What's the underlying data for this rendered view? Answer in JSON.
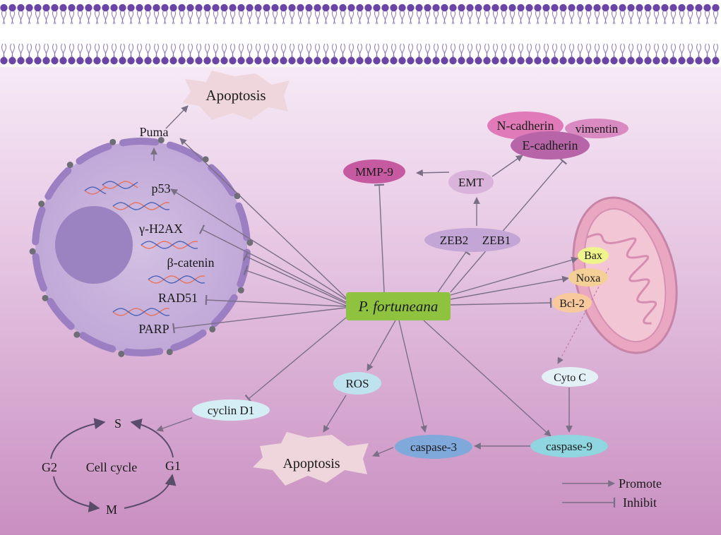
{
  "center": {
    "label": "P. fortuneana",
    "color": "#8fc33f"
  },
  "apoptosis_top": "Apoptosis",
  "apoptosis_bottom": "Apoptosis",
  "nucleus": {
    "puma": "Puma",
    "p53": "p53",
    "gamma_h2ax": "γ-H2AX",
    "beta_catenin": "β-catenin",
    "rad51": "RAD51",
    "parp": "PARP"
  },
  "emt": {
    "mmp9": "MMP-9",
    "emt": "EMT",
    "zeb2": "ZEB2",
    "zeb1": "ZEB1",
    "n_cadherin": "N-cadherin",
    "vimentin": "vimentin",
    "e_cadherin": "E-cadherin"
  },
  "mito": {
    "bax": "Bax",
    "noxa": "Noxa",
    "bcl2": "Bcl-2",
    "cyto_c": "Cyto C",
    "caspase9": "caspase-9",
    "caspase3": "caspase-3",
    "ros": "ROS"
  },
  "cell_cycle": {
    "cyclin_d1": "cyclin D1",
    "title": "Cell cycle",
    "s": "S",
    "g1": "G1",
    "g2": "G2",
    "m": "M"
  },
  "legend": {
    "promote": "Promote",
    "inhibit": "Inhibit"
  },
  "colors": {
    "background_top": "#fbf6fb",
    "background_bottom": "#cc93c4",
    "membrane": "#6b45a6",
    "nucleus": "#c9b3dd",
    "nucleolus": "#9a83c0",
    "arrow": "#7a6f86",
    "apoptosis_shape": "#eed6dc",
    "n_cadherin": "#e07ab8",
    "e_cadherin": "#b765a8",
    "vimentin": "#d98ac0",
    "mmp9": "#c65aa0",
    "emt_node": "#d9b3d9",
    "zeb": "#c4a6d6",
    "bax": "#eef58a",
    "noxa": "#f4cf96",
    "bcl2": "#f7c99c",
    "cyto_c": "#e3f1f7",
    "caspase9": "#8fd6e0",
    "caspase3": "#7fa8db",
    "ros": "#bfe2ef",
    "cyclin_d1": "#d5eef5",
    "mitochondrion": "#e8aac2"
  }
}
